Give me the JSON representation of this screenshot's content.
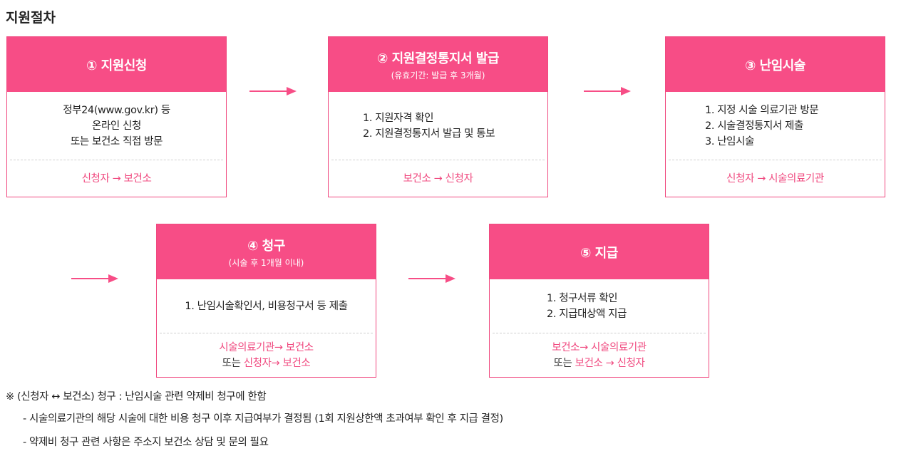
{
  "page_title": "지원절차",
  "steps": [
    {
      "title": "① 지원신청",
      "subtitle": "",
      "body": [
        "정부24(www.gov.kr) 등",
        "온라인 신청",
        "또는 보건소 직접 방문"
      ],
      "foot_line1": "신청자 → 보건소"
    },
    {
      "title": "② 지원결정통지서 발급",
      "subtitle": "(유효기간: 발급 후 3개월)",
      "body": [
        "1. 지원자격 확인",
        "2. 지원결정통지서 발급 및 통보"
      ],
      "foot_line1": "보건소 → 신청자"
    },
    {
      "title": "③ 난임시술",
      "subtitle": "",
      "body": [
        "1. 지정 시술 의료기관 방문",
        "2. 시술결정통지서 제출",
        "3. 난임시술"
      ],
      "foot_line1": "신청자 → 시술의료기관"
    },
    {
      "title": "④ 청구",
      "subtitle": "(시술 후 1개월 이내)",
      "body": [
        "1. 난임시술확인서, 비용청구서 등 제출"
      ],
      "foot_line1": "시술의료기관→ 보건소",
      "foot_prefix": "또는 ",
      "foot_line2": "신청자→ 보건소"
    },
    {
      "title": "⑤ 지급",
      "subtitle": "",
      "body": [
        "1. 청구서류 확인",
        "2. 지급대상액 지급"
      ],
      "foot_line1": "보건소→ 시술의료기관",
      "foot_prefix": "또는 ",
      "foot_line2": "보건소 → 신청자"
    }
  ],
  "notes": {
    "main": "※ (신청자 ↔ 보건소) 청구 : 난임시술 관련 약제비 청구에 한함",
    "sub1": "-  시술의료기관의 해당 시술에 대한 비용 청구 이후 지급여부가 결정됨 (1회 지원상한액 초과여부 확인 후 지급 결정)",
    "sub2": "-  약제비 청구 관련 사항은 주소지 보건소 상담 및 문의 필요"
  },
  "colors": {
    "accent": "#f74d86",
    "accent_text": "#f0497f"
  }
}
